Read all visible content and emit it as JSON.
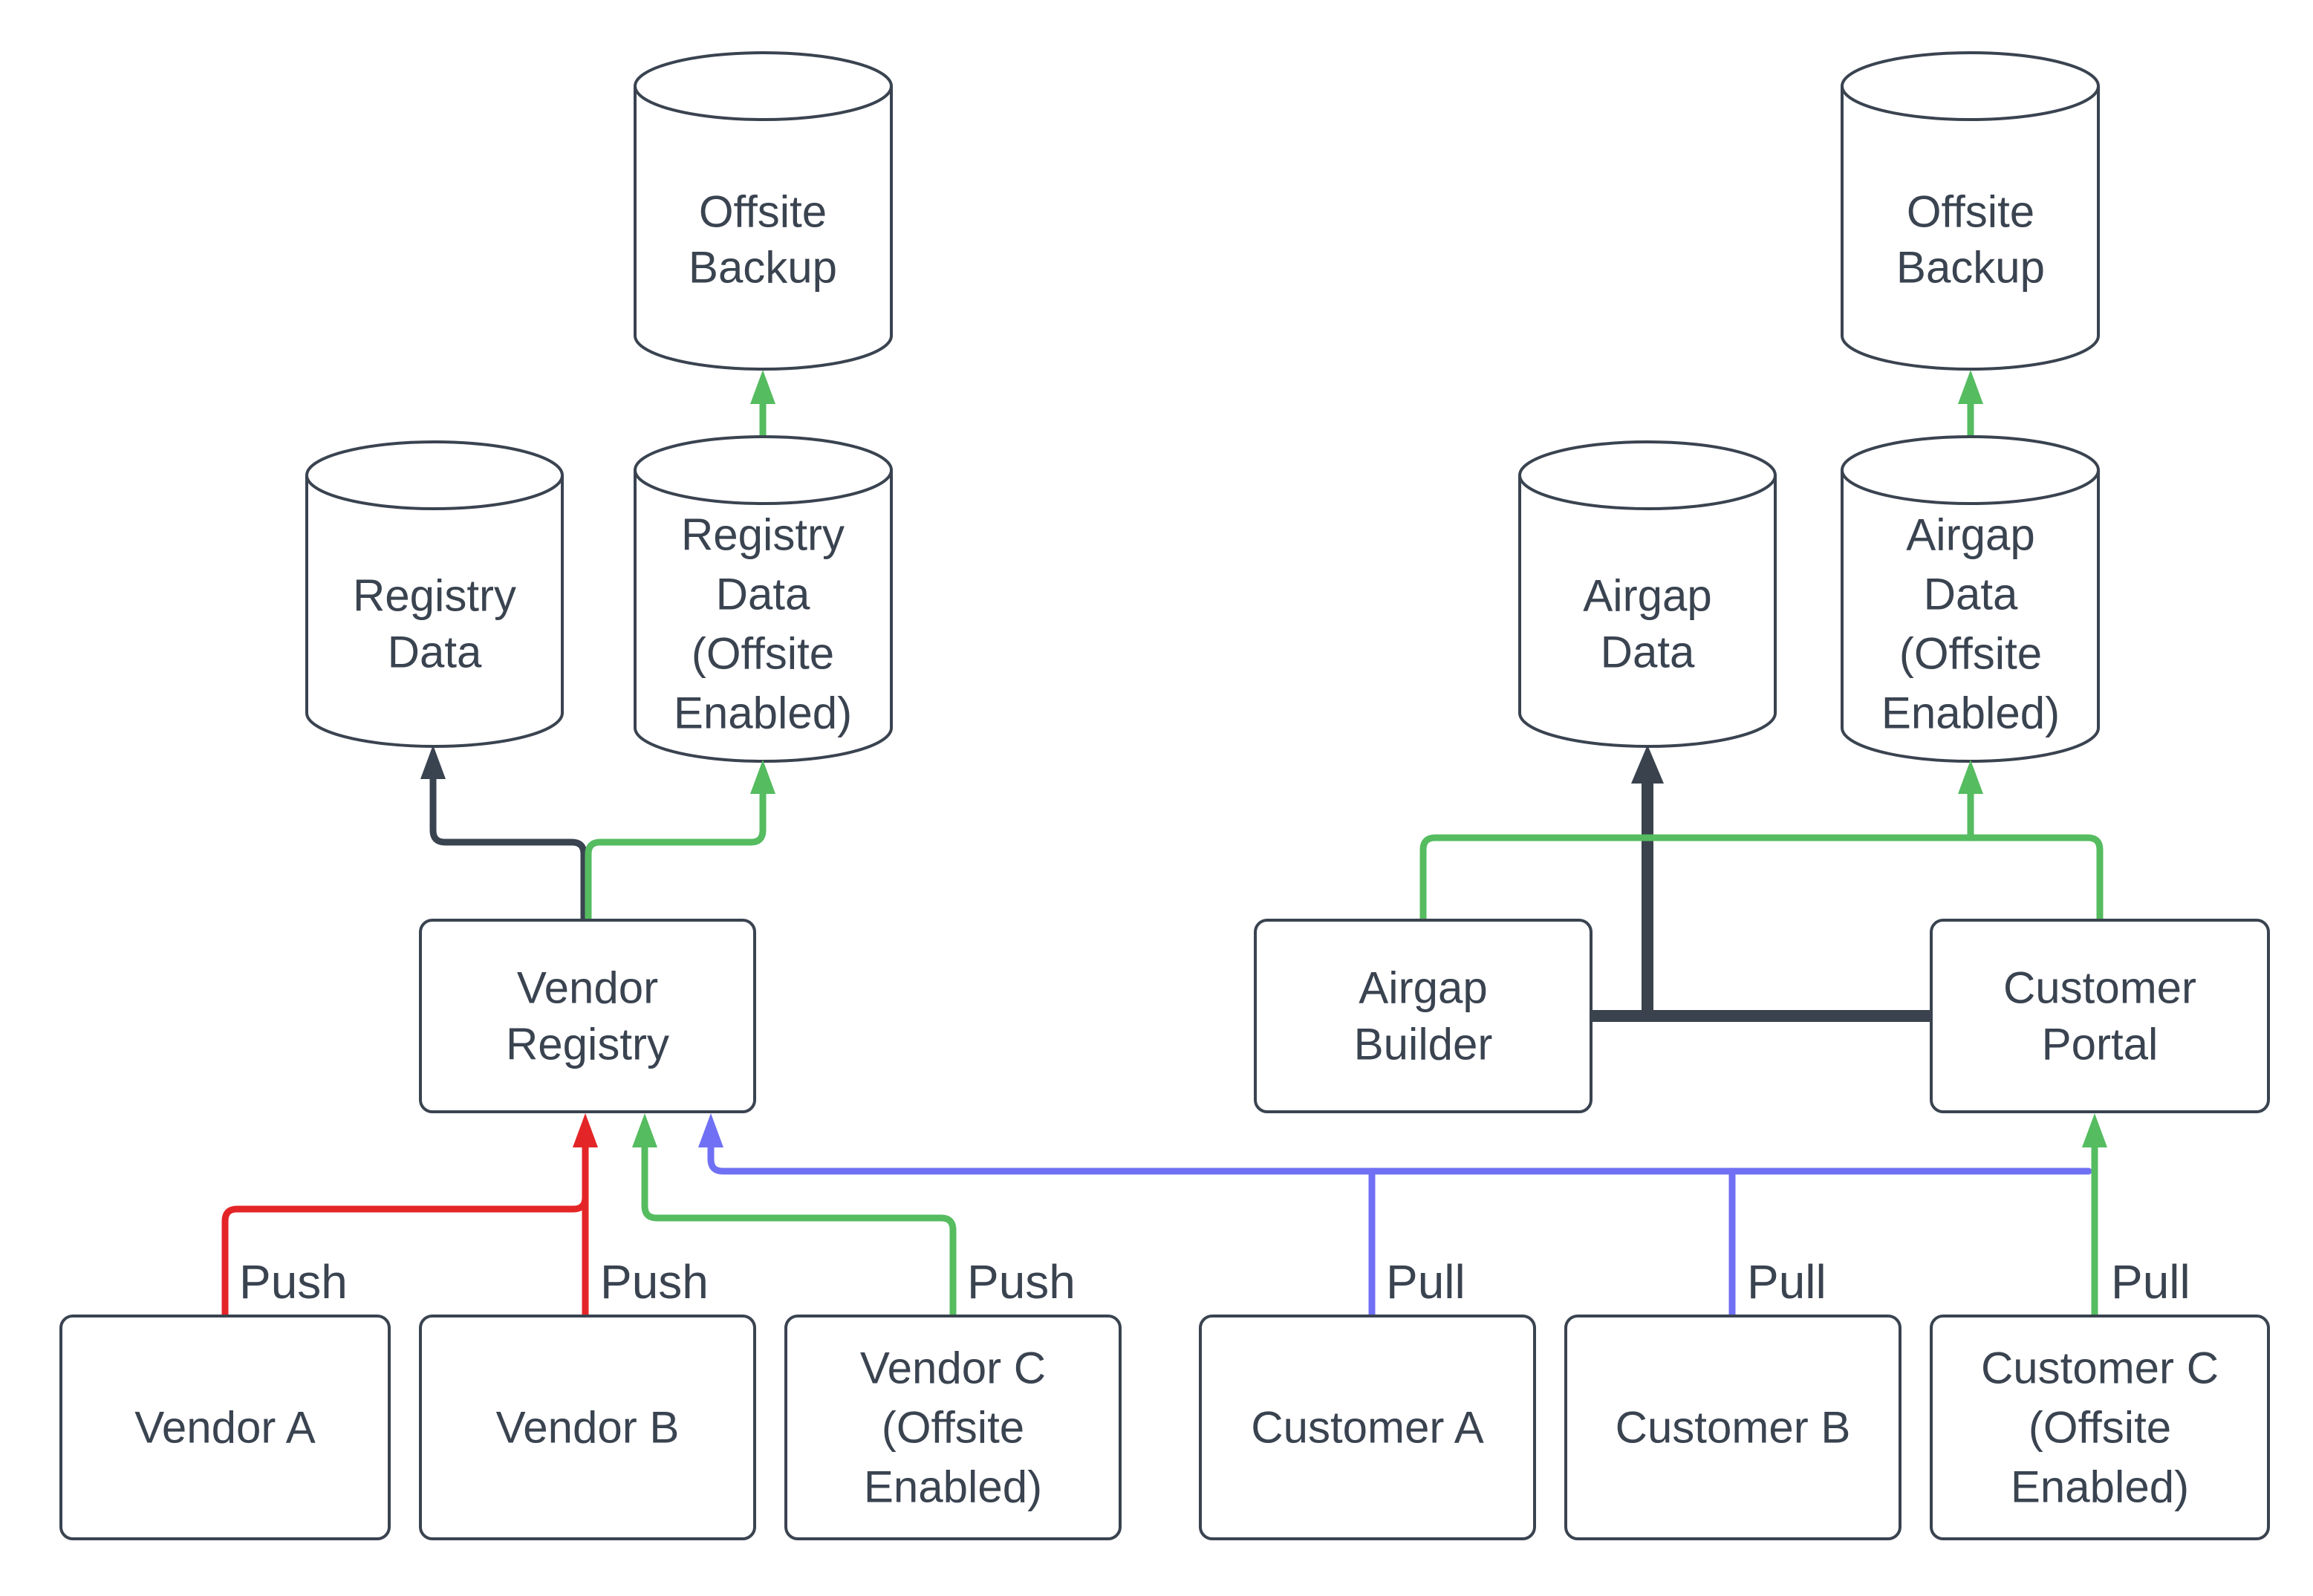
{
  "colors": {
    "slate": "#3A4350",
    "dark_connector": "#39424D",
    "red": "#E42527",
    "green": "#55BC60",
    "blue": "#7070F5",
    "background": "#FFFFFF"
  },
  "nodes": {
    "offsite_backup_left": {
      "shape": "cylinder",
      "lines": [
        "Offsite",
        "Backup"
      ]
    },
    "registry_data": {
      "shape": "cylinder",
      "lines": [
        "Registry",
        "Data"
      ]
    },
    "registry_data_offsite": {
      "shape": "cylinder",
      "lines": [
        "Registry",
        "Data",
        "(Offsite",
        "Enabled)"
      ]
    },
    "vendor_registry": {
      "shape": "rect",
      "lines": [
        "Vendor",
        "Registry"
      ]
    },
    "vendor_a": {
      "shape": "rect",
      "lines": [
        "Vendor A"
      ]
    },
    "vendor_b": {
      "shape": "rect",
      "lines": [
        "Vendor B"
      ]
    },
    "vendor_c": {
      "shape": "rect",
      "lines": [
        "Vendor C",
        "(Offsite",
        "Enabled)"
      ]
    },
    "offsite_backup_right": {
      "shape": "cylinder",
      "lines": [
        "Offsite",
        "Backup"
      ]
    },
    "airgap_data": {
      "shape": "cylinder",
      "lines": [
        "Airgap",
        "Data"
      ]
    },
    "airgap_data_offsite": {
      "shape": "cylinder",
      "lines": [
        "Airgap",
        "Data",
        "(Offsite",
        "Enabled)"
      ]
    },
    "airgap_builder": {
      "shape": "rect",
      "lines": [
        "Airgap",
        "Builder"
      ]
    },
    "customer_portal": {
      "shape": "rect",
      "lines": [
        "Customer",
        "Portal"
      ]
    },
    "customer_a": {
      "shape": "rect",
      "lines": [
        "Customer A"
      ]
    },
    "customer_b": {
      "shape": "rect",
      "lines": [
        "Customer B"
      ]
    },
    "customer_c": {
      "shape": "rect",
      "lines": [
        "Customer C",
        "(Offsite",
        "Enabled)"
      ]
    }
  },
  "edge_labels": {
    "vendor_a_push": "Push",
    "vendor_b_push": "Push",
    "vendor_c_push": "Push",
    "customer_a_pull": "Pull",
    "customer_b_pull": "Pull",
    "customer_c_pull": "Pull"
  },
  "edges": [
    {
      "from": "vendor_a",
      "to": "vendor_registry",
      "label": "Push",
      "color": "red"
    },
    {
      "from": "vendor_b",
      "to": "vendor_registry",
      "label": "Push",
      "color": "red"
    },
    {
      "from": "vendor_c",
      "to": "vendor_registry",
      "label": "Push",
      "color": "green"
    },
    {
      "from": "vendor_registry",
      "to": "registry_data",
      "color": "dark"
    },
    {
      "from": "vendor_registry",
      "to": "registry_data_offsite",
      "color": "green"
    },
    {
      "from": "registry_data_offsite",
      "to": "offsite_backup_left",
      "color": "green"
    },
    {
      "from": "customer_a",
      "to": "vendor_registry",
      "label": "Pull",
      "color": "blue"
    },
    {
      "from": "customer_b",
      "to": "vendor_registry",
      "label": "Pull",
      "color": "blue"
    },
    {
      "from": "customer_c",
      "to": "customer_portal",
      "label": "Pull",
      "color": "green"
    },
    {
      "from": "airgap_builder",
      "to": "airgap_data",
      "color": "dark_thick"
    },
    {
      "from": "customer_portal",
      "to": "airgap_data",
      "color": "dark_thick"
    },
    {
      "from": "airgap_builder",
      "to": "airgap_data_offsite",
      "color": "green"
    },
    {
      "from": "customer_portal",
      "to": "airgap_data_offsite",
      "color": "green"
    },
    {
      "from": "airgap_data_offsite",
      "to": "offsite_backup_right",
      "color": "green"
    }
  ]
}
